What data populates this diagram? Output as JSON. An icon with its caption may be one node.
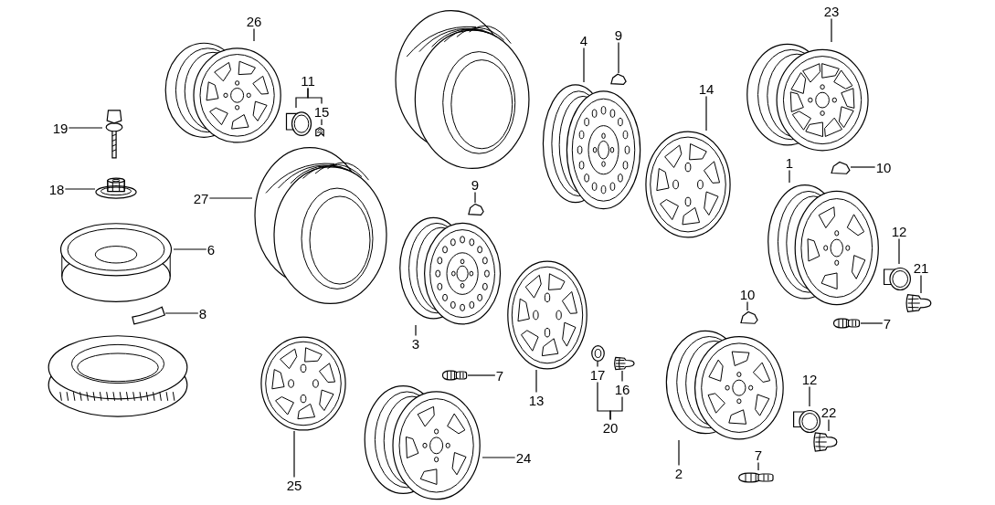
{
  "diagram": {
    "nodes": [
      {
        "text": [
          "26"
        ]
      },
      {
        "text": [],
        "shape": "picture"
      },
      {
        "text": [
          "11"
        ]
      },
      {
        "text": [],
        "shape": "picture"
      },
      {
        "text": [
          "15"
        ]
      },
      {
        "text": [],
        "shape": "picture"
      },
      {
        "text": [
          "19"
        ]
      },
      {
        "text": [],
        "shape": "picture"
      },
      {
        "text": [
          "18"
        ]
      },
      {
        "text": [],
        "shape": "picture"
      },
      {
        "text": [],
        "shape": "picture"
      },
      {
        "text": [
          "4"
        ]
      },
      {
        "text": [],
        "shape": "picture"
      },
      {
        "text": [
          "9"
        ]
      },
      {
        "text": [],
        "shape": "picture"
      },
      {
        "text": [
          "14"
        ]
      },
      {
        "text": [],
        "shape": "picture"
      },
      {
        "text": [
          "23"
        ]
      },
      {
        "text": [],
        "shape": "picture"
      },
      {
        "text": [
          "27"
        ]
      },
      {
        "text": [],
        "shape": "picture"
      },
      {
        "text": [
          "9"
        ]
      },
      {
        "text": [],
        "shape": "picture"
      },
      {
        "text": [
          "10"
        ]
      },
      {
        "text": [],
        "shape": "picture"
      },
      {
        "text": [
          "1"
        ]
      },
      {
        "text": [],
        "shape": "picture"
      },
      {
        "text": [
          "6"
        ]
      },
      {
        "text": [],
        "shape": "picture"
      },
      {
        "text": [
          "12"
        ]
      },
      {
        "text": [],
        "shape": "picture"
      },
      {
        "text": [
          "21"
        ]
      },
      {
        "text": [],
        "shape": "picture"
      },
      {
        "text": [
          "8"
        ]
      },
      {
        "text": [],
        "shape": "picture"
      },
      {
        "text": [
          "10"
        ]
      },
      {
        "text": [],
        "shape": "picture"
      },
      {
        "text": [
          "7"
        ]
      },
      {
        "text": [],
        "shape": "picture"
      },
      {
        "text": [
          "3"
        ]
      },
      {
        "text": [],
        "shape": "picture"
      },
      {
        "text": [],
        "shape": "picture"
      },
      {
        "text": [
          "7"
        ]
      },
      {
        "text": [],
        "shape": "picture"
      },
      {
        "text": [
          "17"
        ]
      },
      {
        "text": [],
        "shape": "picture"
      },
      {
        "text": [
          "16"
        ]
      },
      {
        "text": [],
        "shape": "picture"
      },
      {
        "text": [
          "13"
        ]
      },
      {
        "text": [],
        "shape": "picture"
      },
      {
        "text": [
          "12"
        ]
      },
      {
        "text": [],
        "shape": "picture"
      },
      {
        "text": [
          "22"
        ]
      },
      {
        "text": [],
        "shape": "picture"
      },
      {
        "text": [
          "20"
        ]
      },
      {
        "text": [
          "2"
        ]
      },
      {
        "text": [],
        "shape": "picture"
      },
      {
        "text": [
          "24"
        ]
      },
      {
        "text": [],
        "shape": "picture"
      },
      {
        "text": [
          "7"
        ]
      },
      {
        "text": [],
        "shape": "picture"
      },
      {
        "text": [
          "25"
        ]
      },
      {
        "text": [],
        "shape": "picture"
      }
    ],
    "edges": [
      {
        "from": 0,
        "to": 1,
        "arrow": "none"
      },
      {
        "from": 2,
        "to": 3,
        "arrow": "none"
      },
      {
        "from": 2,
        "to": 4,
        "arrow": "none"
      },
      {
        "from": 4,
        "to": 5,
        "arrow": "none"
      },
      {
        "from": 6,
        "to": 7,
        "arrow": "none"
      },
      {
        "from": 8,
        "to": 9,
        "arrow": "none"
      },
      {
        "from": 11,
        "to": 12,
        "arrow": "none"
      },
      {
        "from": 13,
        "to": 14,
        "arrow": "none"
      },
      {
        "from": 15,
        "to": 16,
        "arrow": "none"
      },
      {
        "from": 17,
        "to": 18,
        "arrow": "none"
      },
      {
        "from": 19,
        "to": 20,
        "arrow": "none"
      },
      {
        "from": 21,
        "to": 22,
        "arrow": "none"
      },
      {
        "from": 23,
        "to": 24,
        "arrow": "none"
      },
      {
        "from": 25,
        "to": 26,
        "arrow": "none"
      },
      {
        "from": 27,
        "to": 28,
        "arrow": "none"
      },
      {
        "from": 29,
        "to": 30,
        "arrow": "none"
      },
      {
        "from": 31,
        "to": 32,
        "arrow": "none"
      },
      {
        "from": 33,
        "to": 34,
        "arrow": "none"
      },
      {
        "from": 35,
        "to": 36,
        "arrow": "none"
      },
      {
        "from": 37,
        "to": 38,
        "arrow": "none"
      },
      {
        "from": 39,
        "to": 40,
        "arrow": "none"
      },
      {
        "from": 42,
        "to": 43,
        "arrow": "none"
      },
      {
        "from": 44,
        "to": 45,
        "arrow": "none"
      },
      {
        "from": 46,
        "to": 47,
        "arrow": "none"
      },
      {
        "from": 48,
        "to": 49,
        "arrow": "none"
      },
      {
        "from": 50,
        "to": 51,
        "arrow": "none"
      },
      {
        "from": 52,
        "to": 53,
        "arrow": "none"
      },
      {
        "from": 54,
        "to": 44,
        "arrow": "none"
      },
      {
        "from": 54,
        "to": 46,
        "arrow": "none"
      },
      {
        "from": 55,
        "to": 56,
        "arrow": "none"
      },
      {
        "from": 57,
        "to": 58,
        "arrow": "none"
      },
      {
        "from": 59,
        "to": 60,
        "arrow": "none"
      },
      {
        "from": 61,
        "to": 62,
        "arrow": "none"
      }
    ]
  }
}
